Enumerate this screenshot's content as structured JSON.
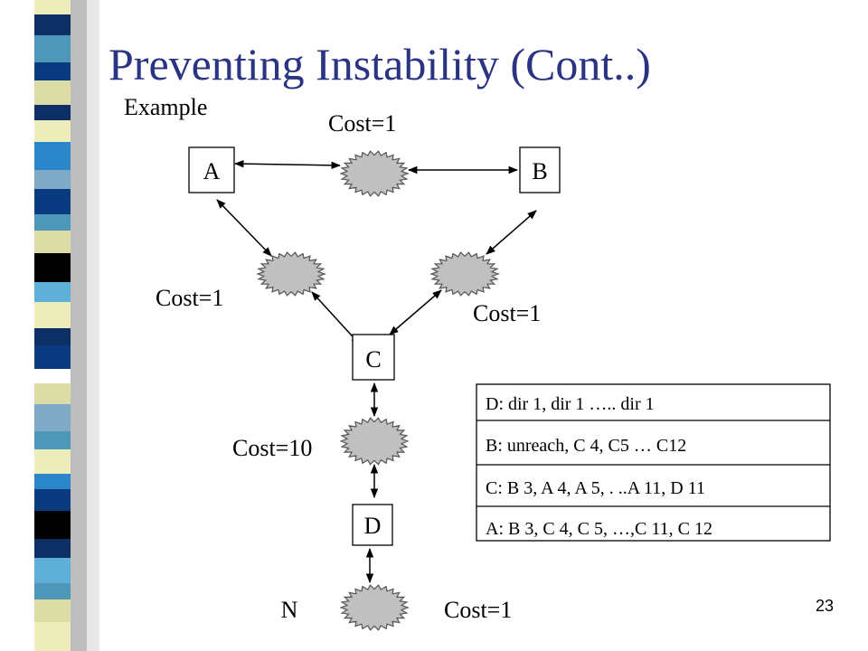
{
  "slide": {
    "title": "Preventing Instability (Cont..)",
    "subtitle": "Example",
    "page_number": "23"
  },
  "diagram": {
    "nodes": {
      "a": "A",
      "b": "B",
      "c": "C",
      "d": "D",
      "n": "N"
    },
    "costs": {
      "ab": "Cost=1",
      "ac": "Cost=1",
      "bc": "Cost=1",
      "cd": "Cost=10",
      "dn": "Cost=1"
    },
    "routing_table": [
      "D: dir 1, dir 1 ….. dir 1",
      "B: unreach, C 4, C5 … C12",
      "C: B 3, A 4, A 5, . ..A 11, D 11",
      "A: B 3, C 4, C 5, …,C 11, C 12"
    ]
  },
  "colors": {
    "title": "#2a3482",
    "network_cloud_fill": "#c0c0c0",
    "network_cloud_stroke": "#555555"
  }
}
